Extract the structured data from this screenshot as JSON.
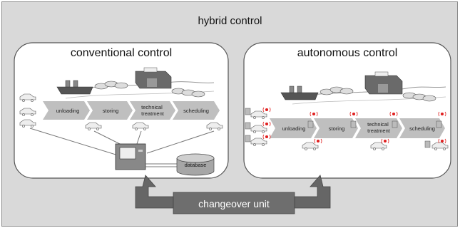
{
  "outer": {
    "title": "hybrid control"
  },
  "conventional": {
    "title": "conventional control",
    "steps": [
      "unloading",
      "storing",
      "technical\ntreatment",
      "scheduling"
    ],
    "database_label": "database"
  },
  "autonomous": {
    "title": "autonomous control",
    "steps": [
      "unloading",
      "storing",
      "technical\ntreatment",
      "scheduling"
    ]
  },
  "changeover": {
    "label": "changeover unit"
  },
  "colors": {
    "background": "#d9d9d9",
    "panel": "#ffffff",
    "arrow": "#666666",
    "chevron": "#bfbfbf",
    "signal": "#e02020"
  },
  "icons": [
    "car-icon",
    "ship-icon",
    "warehouse-icon",
    "computer-icon",
    "database-icon",
    "signal-icon"
  ]
}
